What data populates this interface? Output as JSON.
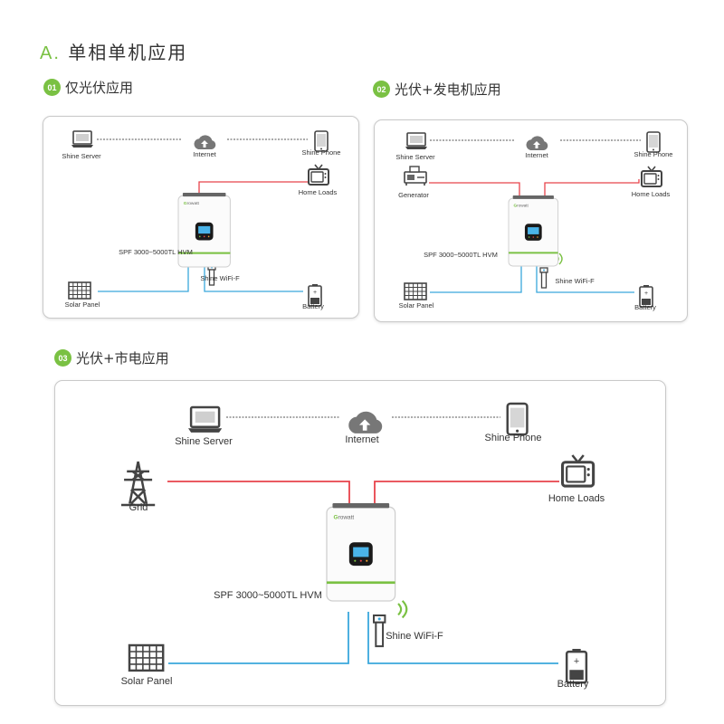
{
  "section": {
    "letter": "A.",
    "title": "单相单机应用"
  },
  "diagrams": [
    {
      "id": "01",
      "title": "仅光伏应用",
      "labels": {
        "server": "Shine Server",
        "internet": "Internet",
        "phone": "Shine Phone",
        "loads": "Home Loads",
        "model": "SPF 3000~5000TL HVM",
        "wifi": "Shine WiFi-F",
        "solar": "Solar Panel",
        "battery": "Battery"
      }
    },
    {
      "id": "02",
      "title": "光伏+发电机应用",
      "labels": {
        "server": "Shine Server",
        "internet": "Internet",
        "phone": "Shine Phone",
        "source": "Generator",
        "loads": "Home Loads",
        "model": "SPF 3000~5000TL HVM",
        "wifi": "Shine WiFi-F",
        "solar": "Solar Panel",
        "battery": "Battery"
      }
    },
    {
      "id": "03",
      "title": "光伏+市电应用",
      "labels": {
        "server": "Shine Server",
        "internet": "Internet",
        "phone": "Shine Phone",
        "source": "Grid",
        "loads": "Home Loads",
        "model": "SPF 3000~5000TL HVM",
        "wifi": "Shine WiFi-F",
        "solar": "Solar Panel",
        "battery": "Battery"
      }
    }
  ],
  "device": {
    "brand": "Growatt"
  },
  "colors": {
    "accent": "#7ac143",
    "ac_line": "#e8434b",
    "dc_line": "#3aa8dc",
    "data_line": "#555555"
  }
}
